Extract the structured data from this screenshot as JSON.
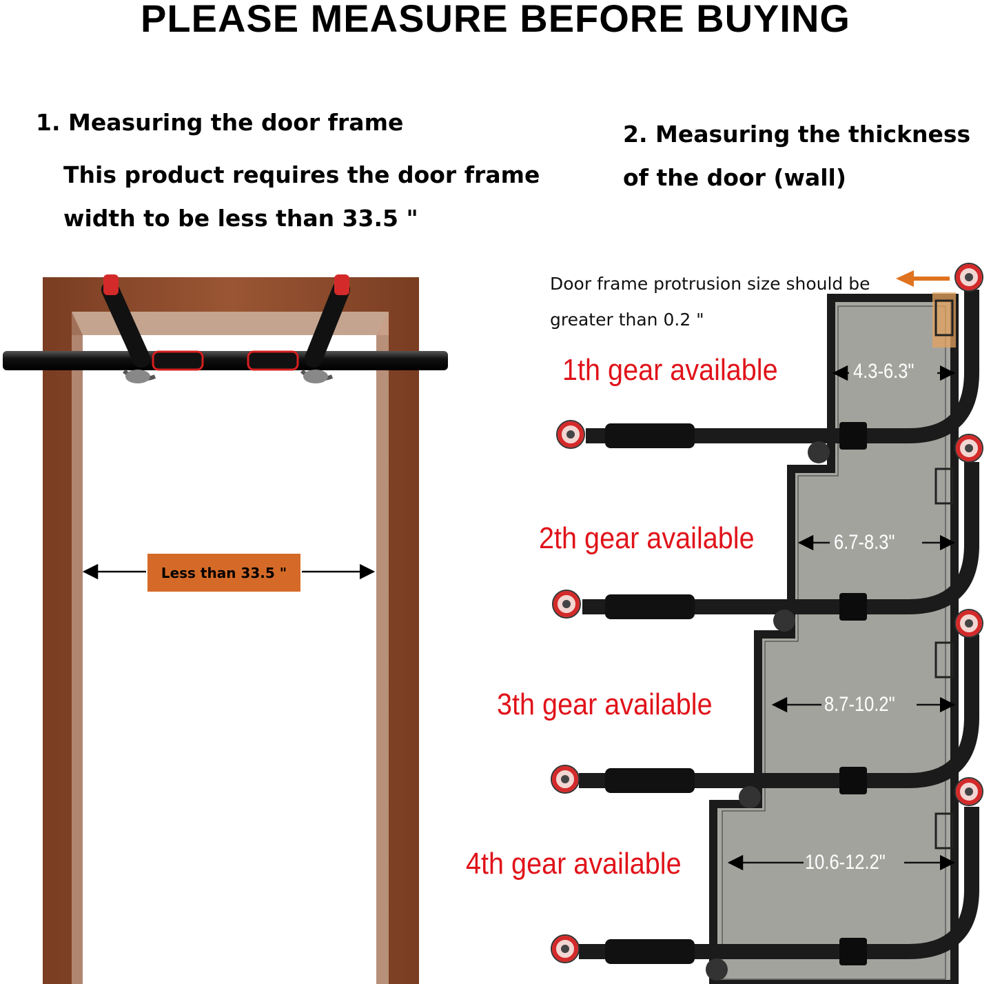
{
  "title": "PLEASE MEASURE BEFORE BUYING",
  "section1": {
    "heading": "1. Measuring the door frame",
    "description": "This product requires the door frame width to be less than 33.5 \"",
    "frame_label": "Less than 33.5 \""
  },
  "section2": {
    "heading": "2. Measuring the thickness of the door (wall)",
    "note": "Door frame protrusion size should be greater than 0.2 \""
  },
  "gears": [
    {
      "label": "1th gear available",
      "range": "4.3-6.3\""
    },
    {
      "label": "2th gear available",
      "range": "6.7-8.3\""
    },
    {
      "label": "3th gear available",
      "range": "8.7-10.2\""
    },
    {
      "label": "4th gear available",
      "range": "10.6-12.2\""
    }
  ],
  "colors": {
    "door_wood": "#8b4a2d",
    "label_orange": "#d56a28",
    "gear_red": "#e0131a",
    "wall_gray": "#a7a7a2",
    "bar_black": "#1b1b1b",
    "arrow_orange": "#e0731f"
  }
}
